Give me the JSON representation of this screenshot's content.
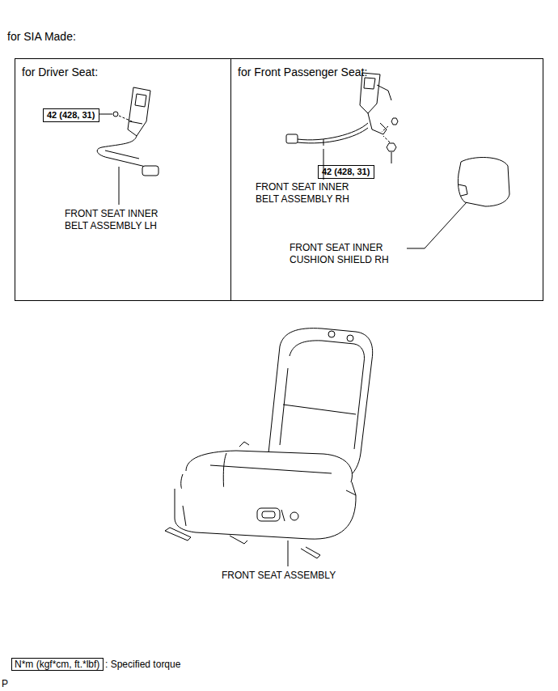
{
  "diagram": {
    "title": "for SIA Made:",
    "nodes": [
      {
        "text": [
          "for Driver Seat:"
        ]
      },
      {
        "text": [
          "for Front Passenger Seat:"
        ]
      },
      {
        "text": [
          "42 (428, 31)"
        ],
        "in": 0
      },
      {
        "text": [
          "42 (428, 31)"
        ],
        "in": 1
      },
      {
        "text": [
          "N*m (kgf*cm, ft.*lbf)"
        ]
      }
    ],
    "labels": [
      "FRONT SEAT INNER BELT ASSEMBLY LH",
      "FRONT SEAT INNER BELT ASSEMBLY RH",
      "FRONT SEAT INNER CUSHION SHIELD RH",
      "FRONT SEAT ASSEMBLY",
      ": Specified torque",
      "P"
    ]
  }
}
